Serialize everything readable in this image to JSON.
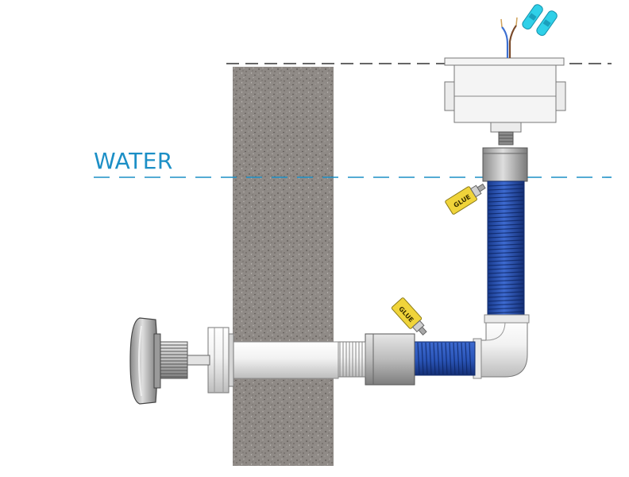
{
  "labels": {
    "water": "WATER",
    "glue_upper": "GLUE",
    "glue_lower": "GLUE"
  },
  "colors": {
    "water_line": "#1c8fc6",
    "wall_fill": "#8f8a86",
    "hose_blue": "#2a55b8",
    "glue_tube_yellow": "#f0d43a",
    "pvc_white": "#f1f1f1",
    "fitting_grey": "#c9c9c9",
    "wire_blue": "#3c6fd1",
    "wire_brown": "#7a4a2a",
    "connector_cyan": "#2fd0e8"
  },
  "icons": [
    "junction-box-icon",
    "spray-nozzle-icon",
    "glue-tube-icon",
    "elbow-fitting-icon",
    "flex-hose-icon",
    "connector-icon"
  ]
}
